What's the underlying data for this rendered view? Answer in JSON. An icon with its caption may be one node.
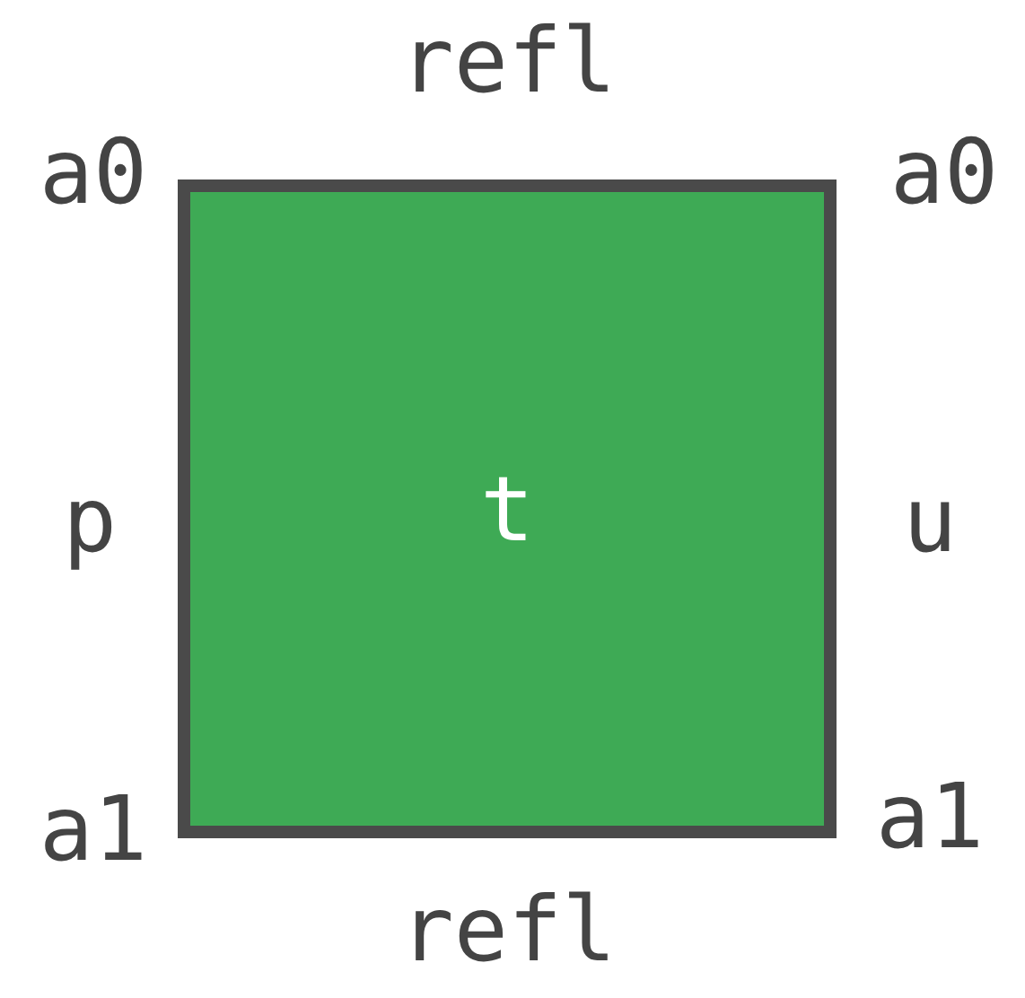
{
  "diagram": {
    "nodes": [
      {
        "text": [
          "t"
        ]
      }
    ],
    "labels": [
      "refl",
      "a0",
      "a0",
      "p",
      "u",
      "a1",
      "a1",
      "refl"
    ]
  }
}
